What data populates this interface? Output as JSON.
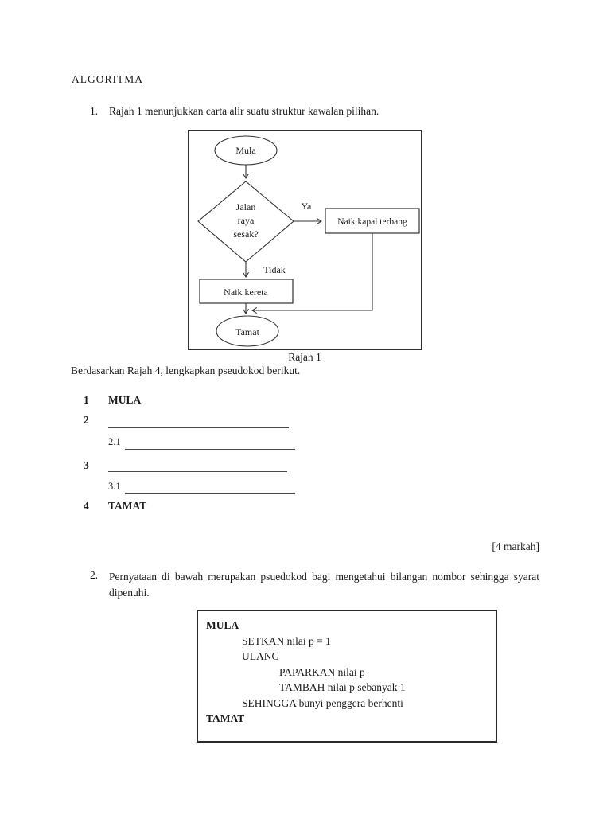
{
  "colors": {
    "paper": "#ffffff",
    "ink": "#1b1b1b",
    "line": "#333333"
  },
  "title": "ALGORITMA",
  "q1": {
    "number": "1.",
    "text": "Rajah 1 menunjukkan carta alir suatu struktur kawalan pilihan.",
    "flowchart": {
      "caption": "Rajah 1",
      "nodes": {
        "start": "Mula",
        "decision_line1": "Jalan",
        "decision_line2": "raya",
        "decision_line3": "sesak?",
        "yes_label": "Ya",
        "yes_action": "Naik kapal terbang",
        "no_label": "Tidak",
        "no_action": "Naik kereta",
        "end": "Tamat"
      }
    },
    "instruction": "Berdasarkan Rajah 4, lengkapkan pseudokod berikut.",
    "pseudocode_items": [
      {
        "num": "1",
        "label": "MULA",
        "blank": false
      },
      {
        "num": "2",
        "label": "",
        "blank": true
      },
      {
        "num": "2.1",
        "label": "",
        "blank": true
      },
      {
        "num": "3",
        "label": "",
        "blank": true
      },
      {
        "num": "3.1",
        "label": "",
        "blank": true
      },
      {
        "num": "4",
        "label": "TAMAT",
        "blank": false
      }
    ],
    "marks": "[4 markah]"
  },
  "q2": {
    "number": "2.",
    "text": "Pernyataan di bawah merupakan psuedokod bagi mengetahui bilangan nombor sehingga syarat dipenuhi.",
    "pseudocode": [
      {
        "indent": 0,
        "text": "MULA",
        "bold": true
      },
      {
        "indent": 1,
        "text": "SETKAN nilai p = 1",
        "bold": false
      },
      {
        "indent": 1,
        "text": "ULANG",
        "bold": false
      },
      {
        "indent": 2,
        "text": "PAPARKAN nilai p",
        "bold": false
      },
      {
        "indent": 2,
        "text": "TAMBAH nilai p sebanyak 1",
        "bold": false
      },
      {
        "indent": 1,
        "text": "SEHINGGA bunyi penggera berhenti",
        "bold": false
      },
      {
        "indent": 0,
        "text": "TAMAT",
        "bold": true
      }
    ]
  }
}
